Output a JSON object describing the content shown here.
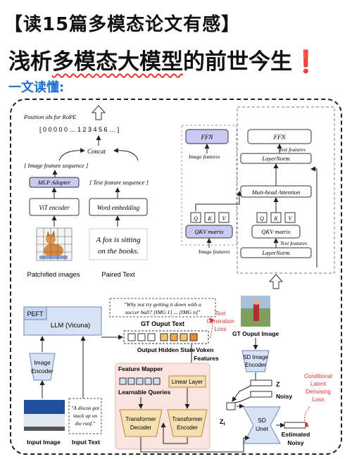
{
  "header": {
    "series_title": "【读15篇多模态论文有感】",
    "main_title_pre": "浅析",
    "main_title_wavy": "多模态大模型",
    "main_title_post": "的前世今生",
    "main_title_excl": "❗",
    "section_label": "一文读懂:"
  },
  "diagram_top_left": {
    "position_ids_label": "Position ids for RoPE",
    "position_ids_seq": "[ 0 0 0 0 0 … 1 2 3 4 5 6 … ]",
    "concat": "Concat",
    "image_feature_sequence": "[ Image feature sequence ]",
    "text_feature_sequence": "[ Text  feature sequence ]",
    "mlp_adapter": "MLP Adapter",
    "vit_encoder": "ViT encoder",
    "word_embedding": "Word embedding",
    "paired_text_line1": "A fox is sitting",
    "paired_text_line2": "on the books.",
    "patchified_images": "Patchified images",
    "paired_text": "Paired Text"
  },
  "diagram_top_right": {
    "ffn_left": "FFN",
    "ffn_right": "FFN",
    "image_features_1": "Image features",
    "text_features_1": "Text features",
    "layernorm_1": "LayerNorm",
    "multi_head_attention": "Muti-head Attention",
    "q": "Q",
    "k": "K",
    "v": "V",
    "qkv_matrix_left": "QKV matrix",
    "qkv_matrix_right": "QKV matrix",
    "text_features_2": "Text features",
    "image_features_2": "Image features",
    "layernorm_2": "LayerNorm"
  },
  "diagram_bottom": {
    "peft": "PEFT",
    "llm": "LLM (Vicuna)",
    "gt_text_quote_line1": "\"Why not try getting it down with a",
    "gt_text_quote_line2": "soccer ball? [IMG 1] ... [IMG n]\"",
    "gt_output_text": "GT Ouput Text",
    "text_generation_loss": [
      "Text",
      "Generation",
      "Loss"
    ],
    "gt_output_image": "GT Ouput Image",
    "output_hidden_state": "Output Hidden State",
    "voken_features": [
      "Voken",
      "Features"
    ],
    "image_encoder": [
      "Image",
      "Encoder"
    ],
    "sd_image_encoder": [
      "SD Image",
      "Encoder"
    ],
    "conditional_ldl": [
      "Conditional",
      "Latent",
      "Denoising",
      "Loss"
    ],
    "feature_mapper": "Feature Mapper",
    "learnable_queries": "Learnable Queries",
    "linear_layer": "Linear Layer",
    "z": "Z",
    "noisy": "Noisy",
    "zt": "Z",
    "zt_sub": "t",
    "sd_unet": [
      "SD",
      "Unet"
    ],
    "discus_quote": [
      "\"A discus got",
      "stuck up on",
      "the roof.\""
    ],
    "transformer_decoder": [
      "Transformer",
      "Decoder"
    ],
    "transformer_encoder": [
      "Transformer",
      "Encoder"
    ],
    "estimated_noisy": [
      "Estimated",
      "Noisy"
    ],
    "input_image": "Input Image",
    "input_text": "Input Text"
  }
}
